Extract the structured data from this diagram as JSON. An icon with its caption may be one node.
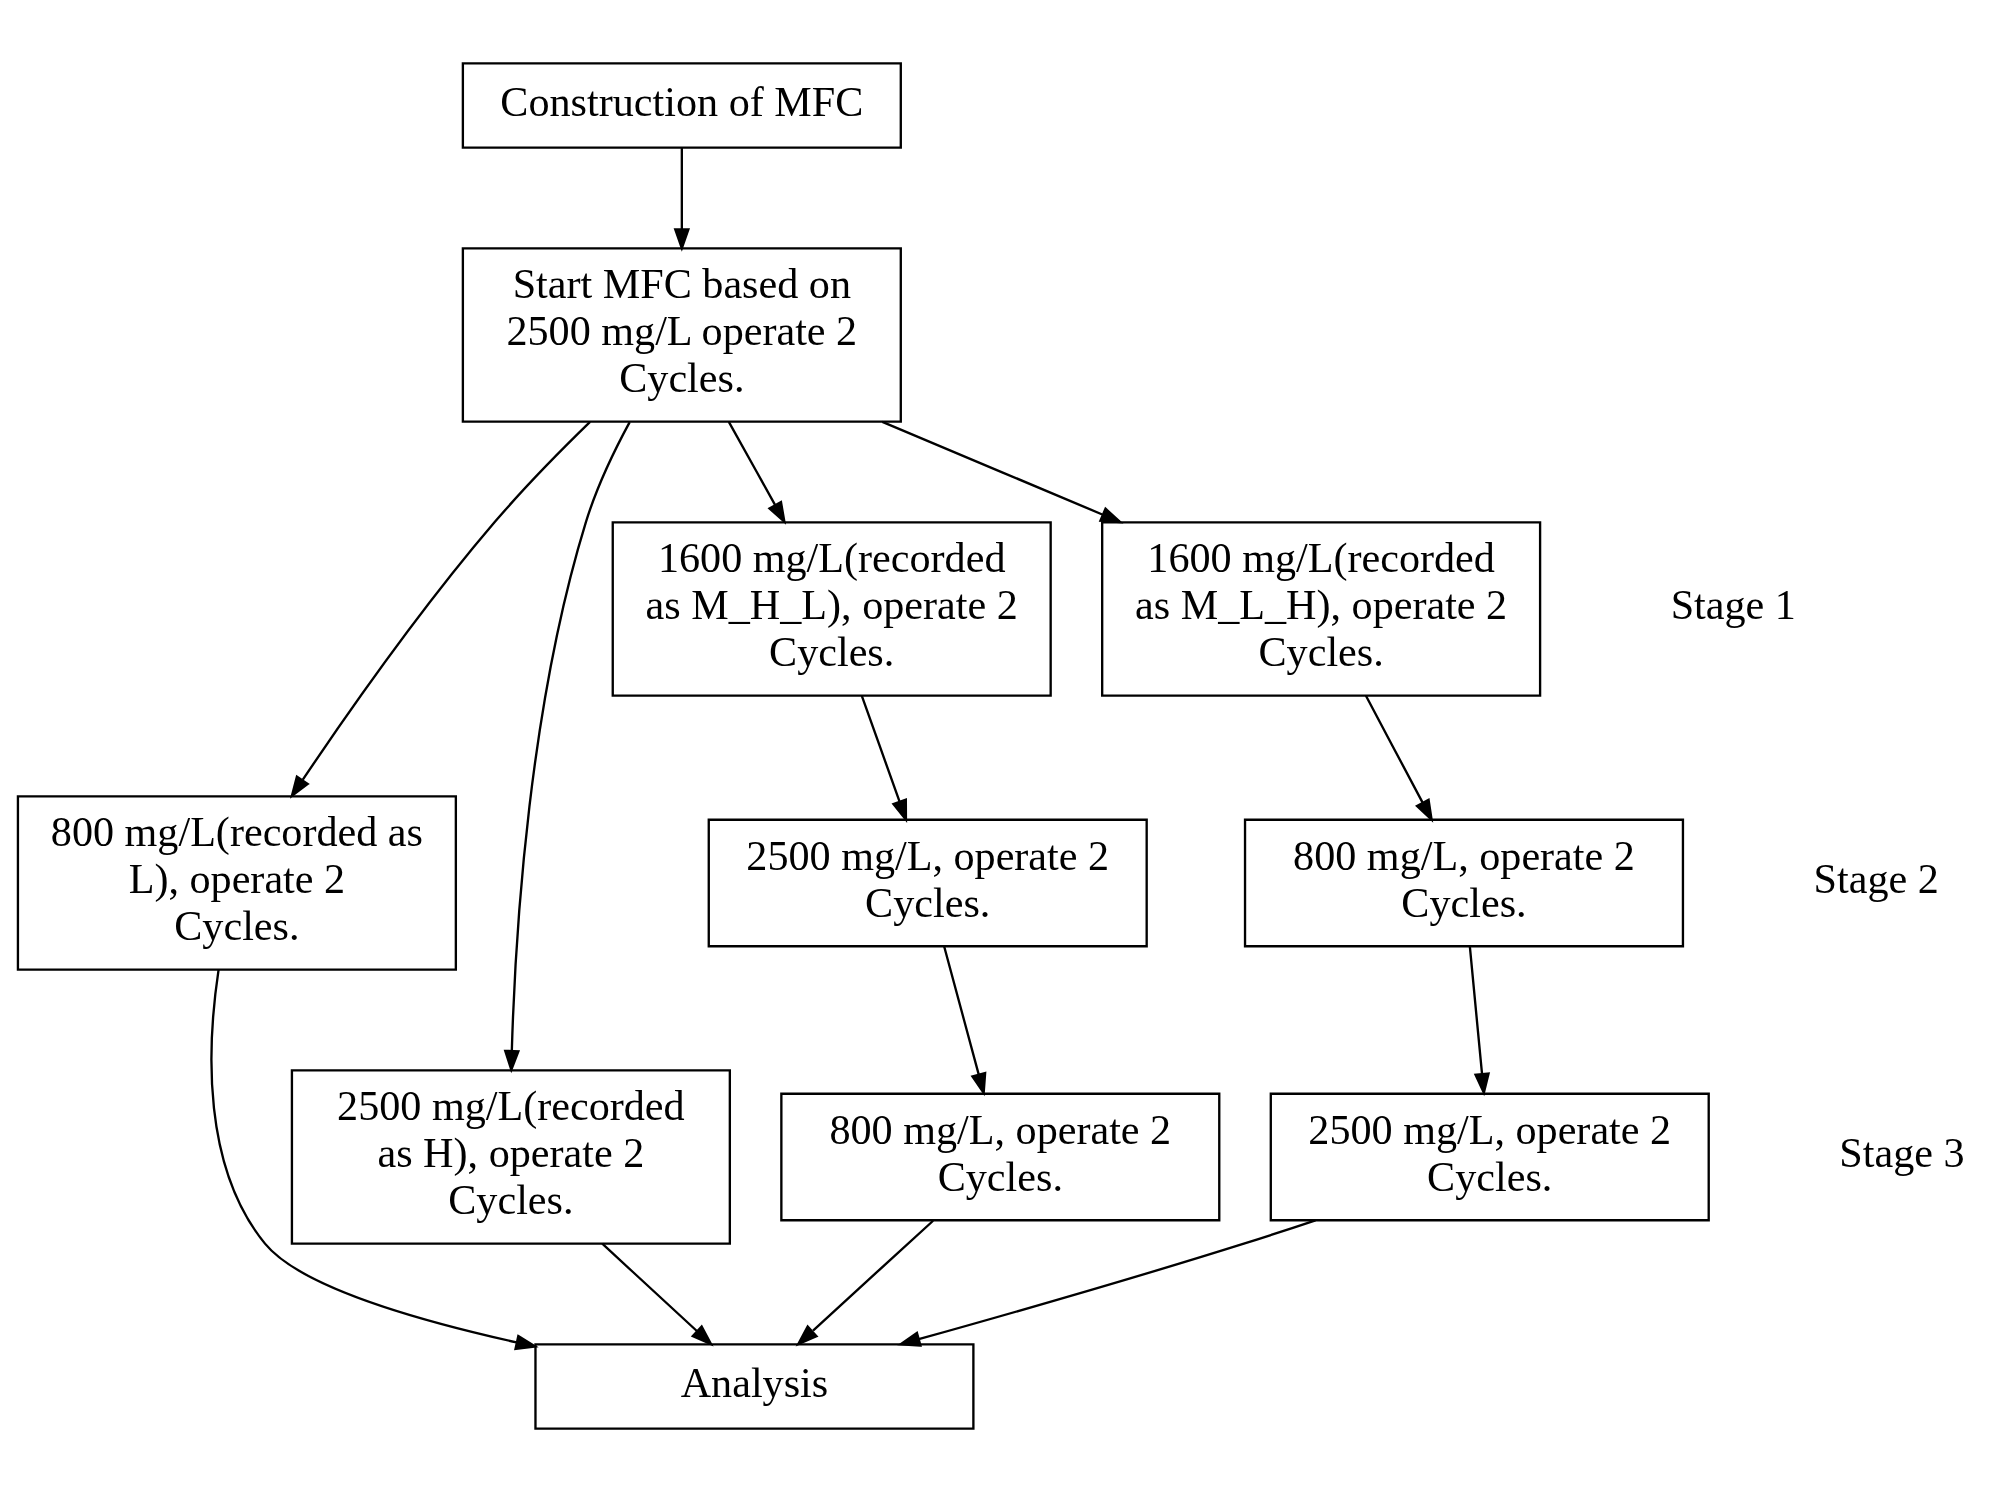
{
  "diagram": {
    "nodes": [
      {
        "text": [
          "Construction of MFC"
        ]
      },
      {
        "text": [
          "Start MFC based on 2500 mg/L operate 2 Cycles."
        ]
      },
      {
        "text": [
          "800 mg/L(recorded as L), operate 2 Cycles."
        ]
      },
      {
        "text": [
          "2500 mg/L(recorded as H), operate 2 Cycles."
        ]
      },
      {
        "text": [
          "1600 mg/L(recorded as M_H_L), operate 2 Cycles."
        ]
      },
      {
        "text": [
          "1600 mg/L(recorded as M_L_H), operate 2 Cycles."
        ]
      },
      {
        "text": [
          "2500 mg/L, operate 2 Cycles."
        ]
      },
      {
        "text": [
          "800 mg/L, operate 2 Cycles."
        ]
      },
      {
        "text": [
          "800 mg/L, operate 2 Cycles."
        ]
      },
      {
        "text": [
          "2500 mg/L, operate 2 Cycles."
        ]
      },
      {
        "text": [
          "Analysis"
        ]
      }
    ],
    "edges": [
      {
        "from": 0,
        "to": 1,
        "arrow": "to"
      },
      {
        "from": 1,
        "to": 2,
        "arrow": "to"
      },
      {
        "from": 1,
        "to": 3,
        "arrow": "to"
      },
      {
        "from": 1,
        "to": 4,
        "arrow": "to"
      },
      {
        "from": 1,
        "to": 5,
        "arrow": "to"
      },
      {
        "from": 4,
        "to": 6,
        "arrow": "to"
      },
      {
        "from": 5,
        "to": 7,
        "arrow": "to"
      },
      {
        "from": 6,
        "to": 8,
        "arrow": "to"
      },
      {
        "from": 7,
        "to": 9,
        "arrow": "to"
      },
      {
        "from": 2,
        "to": 10,
        "arrow": "to"
      },
      {
        "from": 3,
        "to": 10,
        "arrow": "to"
      },
      {
        "from": 8,
        "to": 10,
        "arrow": "to"
      },
      {
        "from": 9,
        "to": 10,
        "arrow": "to"
      }
    ],
    "labels": [
      "Stage 1",
      "Stage 2",
      "Stage 3"
    ]
  }
}
